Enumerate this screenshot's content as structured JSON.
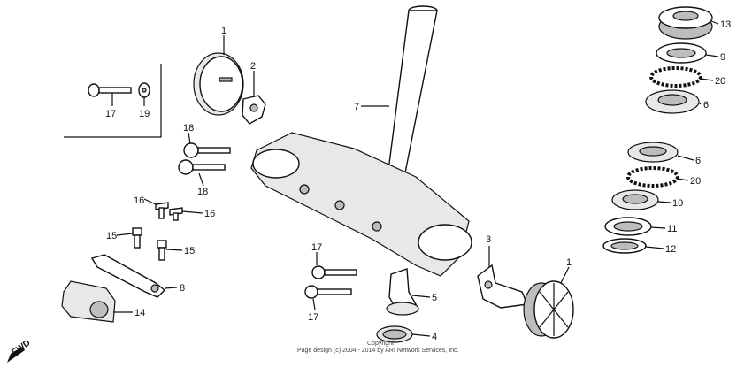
{
  "callouts": {
    "p1a": "1",
    "p2": "2",
    "p3": "3",
    "p4": "4",
    "p5": "5",
    "p6a": "6",
    "p6b": "6",
    "p7": "7",
    "p8": "8",
    "p9": "9",
    "p10": "10",
    "p11": "11",
    "p12": "12",
    "p13": "13",
    "p14": "14",
    "p15a": "15",
    "p15b": "15",
    "p16a": "16",
    "p16b": "16",
    "p17a": "17",
    "p17b": "17",
    "p17c": "17",
    "p18a": "18",
    "p18b": "18",
    "p19": "19",
    "p20a": "20",
    "p20b": "20",
    "p1b": "1"
  },
  "direction_label": "FWD",
  "copyright": {
    "line1": "Copyright",
    "line2": "Page design (c) 2004 - 2014 by ARI Network Services, Inc."
  }
}
